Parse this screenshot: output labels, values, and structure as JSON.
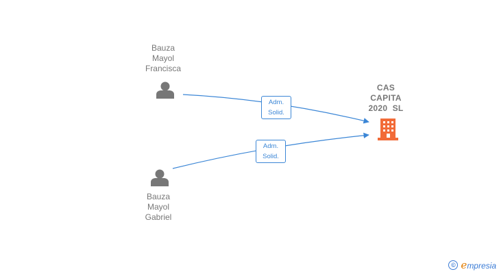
{
  "nodes": {
    "person1": {
      "name_lines": [
        "Bauza",
        "Mayol",
        "Francisca"
      ],
      "icon": "person-icon"
    },
    "person2": {
      "name_lines": [
        "Bauza",
        "Mayol",
        "Gabriel"
      ],
      "icon": "person-icon"
    },
    "company": {
      "name_lines": [
        "CAS",
        "CAPITA",
        "2020  SL"
      ],
      "icon": "building-icon",
      "color": "#f26b38"
    }
  },
  "edges": [
    {
      "from": "person1",
      "to": "company",
      "label_lines": [
        "Adm.",
        "Solid."
      ]
    },
    {
      "from": "person2",
      "to": "company",
      "label_lines": [
        "Adm.",
        "Solid."
      ]
    }
  ],
  "colors": {
    "edge": "#3b86d6",
    "person": "#777777",
    "company": "#f26b38"
  },
  "brand": {
    "copyright_symbol": "©",
    "initial": "e",
    "rest": "mpresia"
  }
}
